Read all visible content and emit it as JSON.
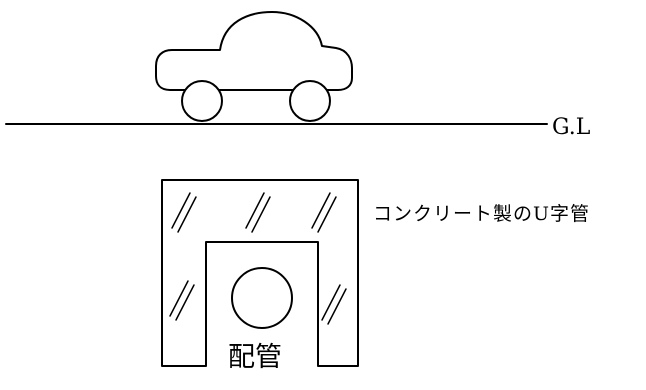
{
  "labels": {
    "ground_line": "G.L",
    "concrete_u_channel": "コンクリート製のU字管",
    "pipe": "配管"
  },
  "colors": {
    "line": "#000000",
    "background": "#ffffff"
  }
}
